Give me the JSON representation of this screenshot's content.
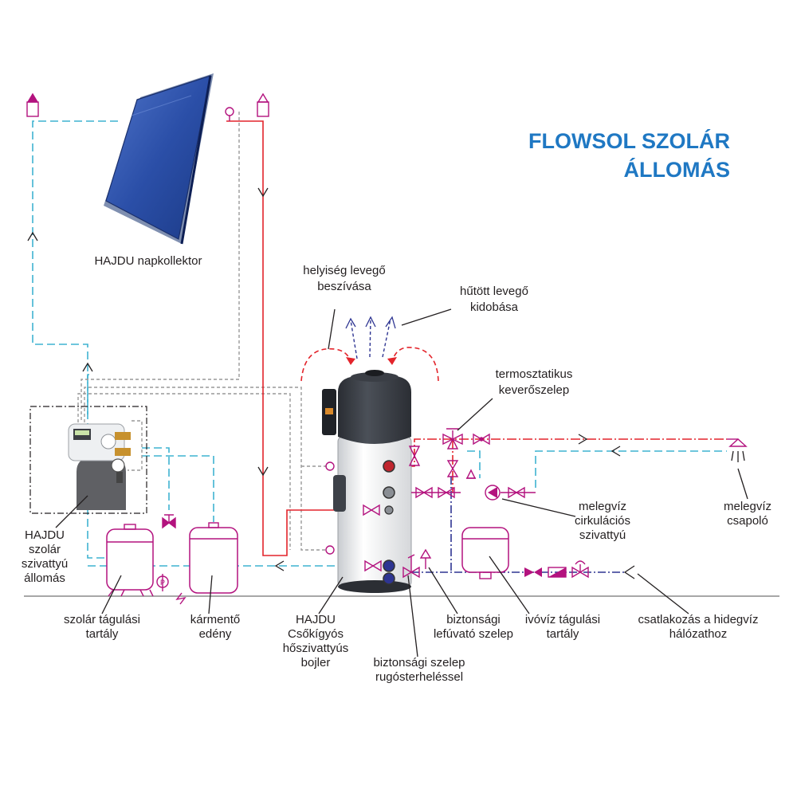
{
  "title": {
    "line1": "FLOWSOL SZOLÁR",
    "line2": "ÁLLOMÁS"
  },
  "labels": {
    "collector": "HAJDU napkollektor",
    "air_in_1": "helyiség levegő",
    "air_in_2": "beszívása",
    "air_out_1": "hűtött levegő",
    "air_out_2": "kidobása",
    "mixing_valve_1": "termosztatikus",
    "mixing_valve_2": "keverőszelep",
    "circ_pump_1": "melegvíz",
    "circ_pump_2": "cirkulációs",
    "circ_pump_3": "szivattyú",
    "tap_1": "melegvíz",
    "tap_2": "csapoló",
    "station_1": "HAJDU",
    "station_2": "szolár",
    "station_3": "szivattyú",
    "station_4": "állomás",
    "solar_exp_1": "szolár tágulási",
    "solar_exp_2": "tartály",
    "sludge_1": "kármentő",
    "sludge_2": "edény",
    "boiler_1": "HAJDU",
    "boiler_2": "Csőkígyós",
    "boiler_3": "hőszivattyús",
    "boiler_4": "bojler",
    "blowoff_1": "biztonsági",
    "blowoff_2": "lefúvató szelep",
    "drink_exp_1": "ivóvíz tágulási",
    "drink_exp_2": "tartály",
    "cold_conn_1": "csatlakozás a hidegvíz",
    "cold_conn_2": "hálózathoz",
    "safety_1": "biztonsági szelep",
    "safety_2": "rugósterheléssel",
    "gauge_symbol": "P"
  },
  "colors": {
    "hot_water": "#e3242b",
    "solar_return": "#3fb3d1",
    "sensor_cable": "#999999",
    "cold_water": "#2e3592",
    "fittings": "#b3127e",
    "title": "#1f78c3"
  }
}
